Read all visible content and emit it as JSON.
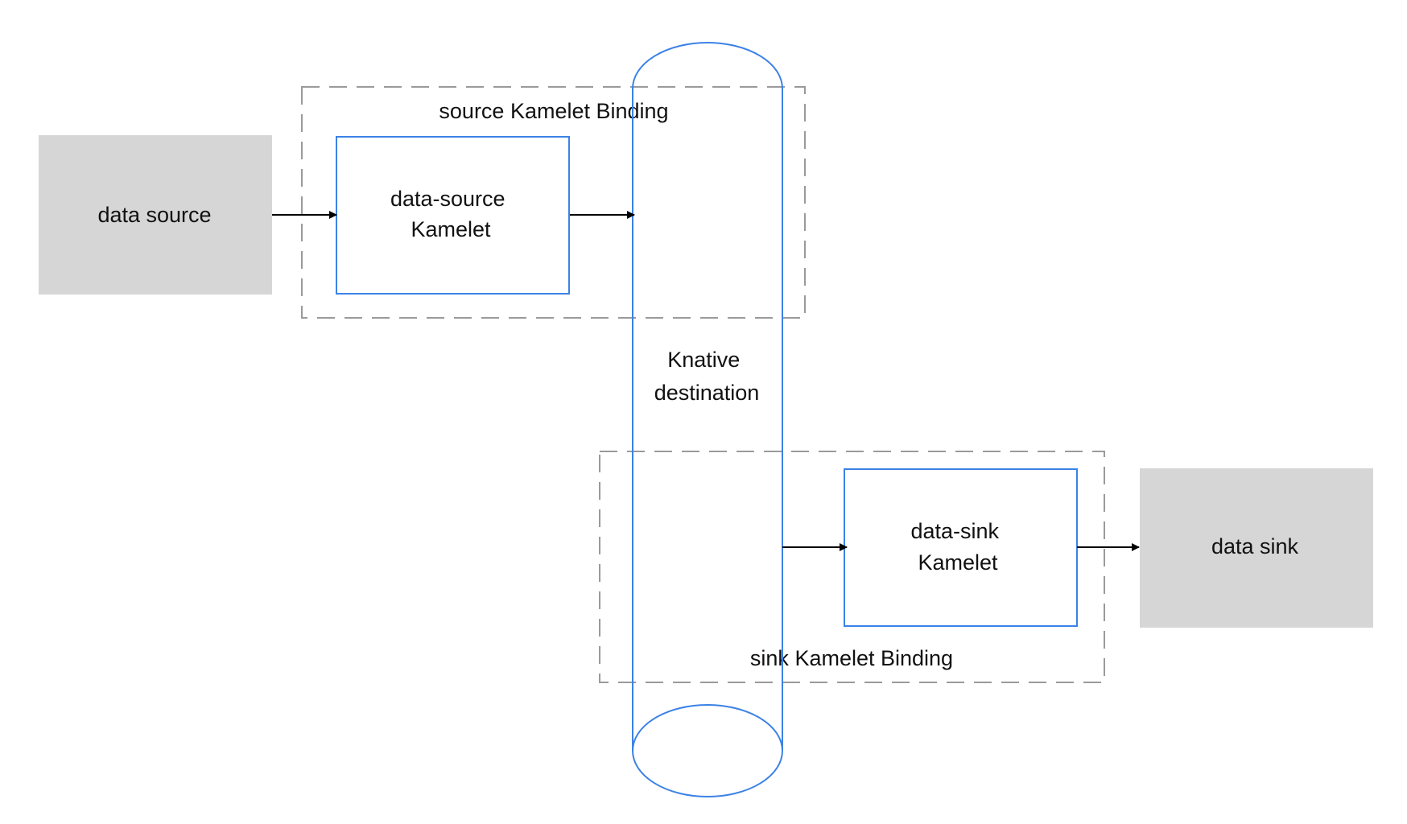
{
  "colors": {
    "accent": "#3b82e6",
    "gray_box": "#d6d6d6",
    "dashed": "#9a9a9a",
    "arrow": "#000000",
    "text": "#111111"
  },
  "nodes": {
    "data_source": "data source",
    "data_sink": "data sink",
    "data_source_kamelet": {
      "line1": "data-source",
      "line2": "Kamelet"
    },
    "data_sink_kamelet": {
      "line1": "data-sink",
      "line2": "Kamelet"
    },
    "knative": {
      "line1": "Knative",
      "line2": "destination"
    }
  },
  "groups": {
    "source_binding": "source Kamelet Binding",
    "sink_binding": "sink Kamelet Binding"
  }
}
